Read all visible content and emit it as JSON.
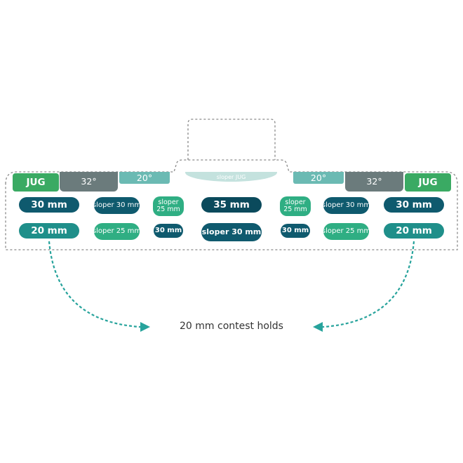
{
  "colors": {
    "green": "#3aaa63",
    "gray": "#6b7b7c",
    "teal_light": "#6bbab3",
    "navy_teal": "#0f5a6e",
    "dark_teal": "#0b4a5c",
    "teal_mid": "#1f8f8a",
    "sea_green": "#2fae83",
    "sloper_light": "#c4e2de",
    "arrow": "#27a39c",
    "outline": "#8a8a8a"
  },
  "top_row": {
    "jug_left": "JUG",
    "angle32_left": "32°",
    "angle20_left": "20°",
    "sloper_jug": "sloper JUG",
    "angle20_right": "20°",
    "angle32_right": "32°",
    "jug_right": "JUG"
  },
  "row1": {
    "left_30mm": "30 mm",
    "left_sloper30": "sloper 30 mm",
    "left_sloper25": "sloper 25 mm",
    "center_35mm": "35 mm",
    "right_sloper25": "sloper 25 mm",
    "right_sloper30": "sloper 30 mm",
    "right_30mm": "30 mm"
  },
  "row2": {
    "left_20mm": "20 mm",
    "left_sloper25": "sloper 25 mm",
    "left_30mm": "30 mm",
    "center_sloper30": "sloper 30 mm",
    "right_30mm": "30 mm",
    "right_sloper25": "sloper 25 mm",
    "right_20mm": "20 mm"
  },
  "caption": "20 mm contest holds",
  "icons": [
    "arrow-left-icon",
    "arrow-right-icon"
  ]
}
